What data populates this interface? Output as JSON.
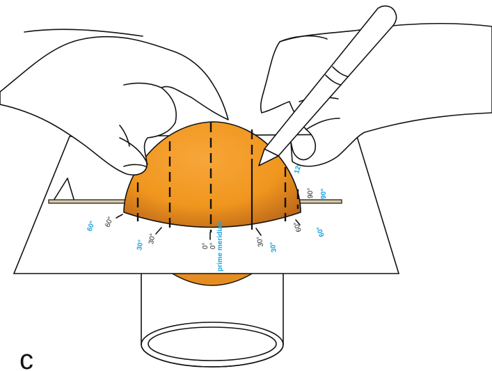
{
  "panel_letter": "c",
  "colors": {
    "hemisphere": "#f0961e",
    "hemisphere_shade": "#b8641a",
    "blue_labels": "#1ca3dc"
  },
  "labels": {
    "black": {
      "deg60_left": "60°",
      "deg30_left": "30°",
      "deg0_a": "0°",
      "deg0_b": "0°",
      "deg30_right": "30°",
      "deg60_right": "60°",
      "deg90_right": "90°"
    },
    "blue": {
      "deg60_left": "60°",
      "deg30_left": "30°",
      "prime_meridian": "prime meridian",
      "deg30_right": "30°",
      "deg60_right": "60°",
      "deg90_right": "90°",
      "deg120_right": "120°"
    }
  }
}
